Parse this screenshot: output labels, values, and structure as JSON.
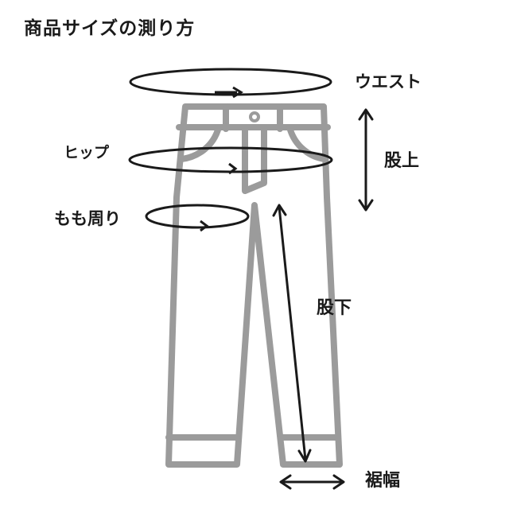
{
  "title": "商品サイズの測り方",
  "labels": {
    "waist": "ウエスト",
    "hip": "ヒップ",
    "rise": "股上",
    "thigh": "もも周り",
    "inseam": "股下",
    "hem": "裾幅"
  },
  "colors": {
    "pants_outline": "#9b9b9b",
    "arrow": "#1a1a1a",
    "text": "#1a1a1a"
  }
}
